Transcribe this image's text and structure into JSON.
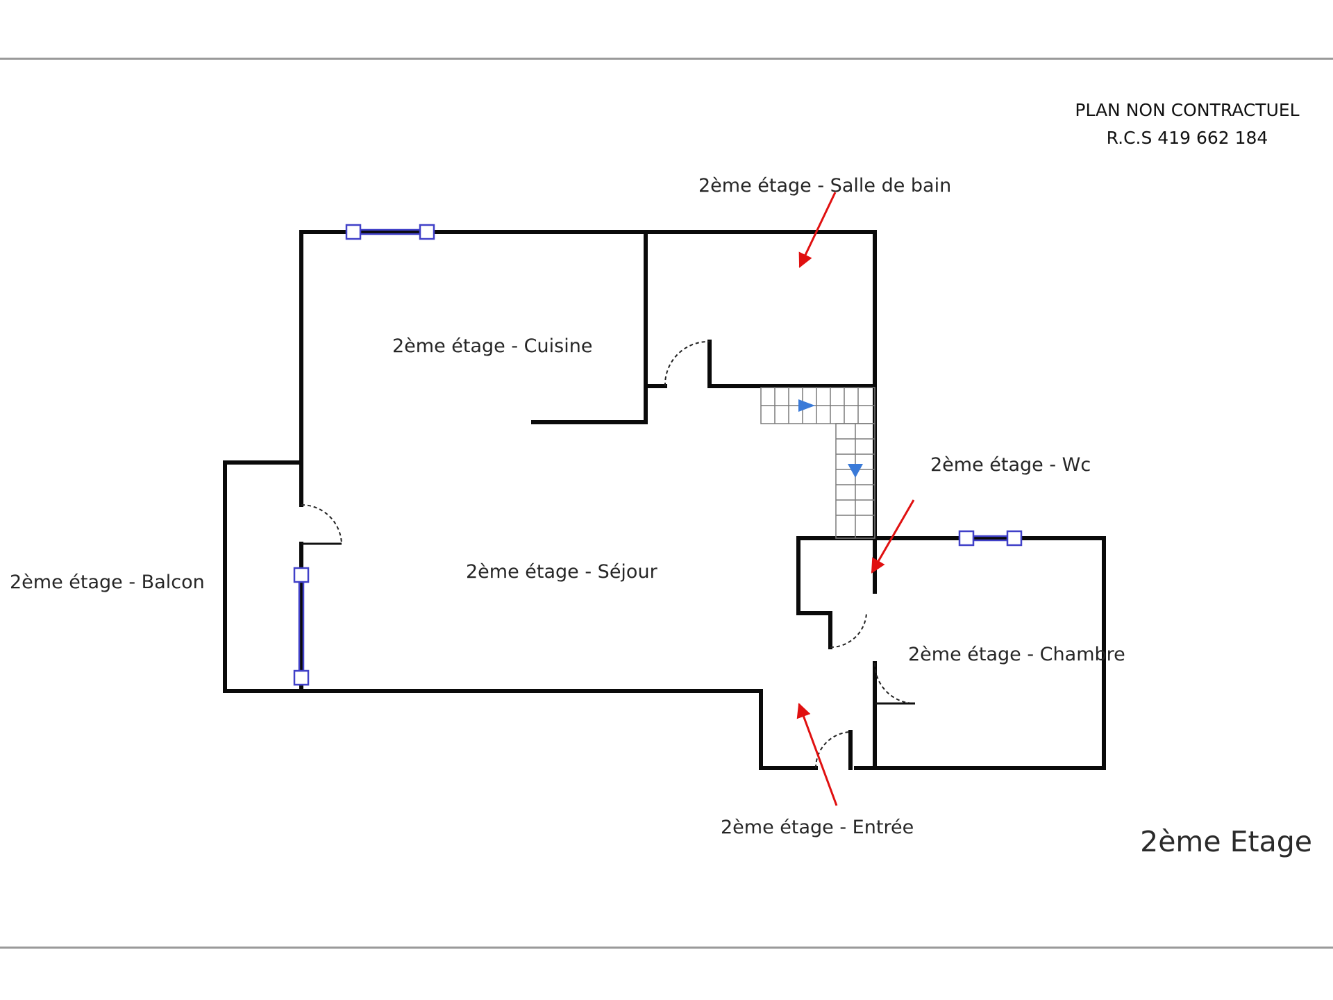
{
  "notice": {
    "line1": "PLAN NON CONTRACTUEL",
    "line2": "R.C.S 419 662 184"
  },
  "floor_title": "2ème Etage",
  "rooms": {
    "salle_de_bain": "2ème étage - Salle de bain",
    "cuisine": "2ème étage - Cuisine",
    "wc": "2ème étage - Wc",
    "balcon": "2ème étage - Balcon",
    "sejour": "2ème étage - Séjour",
    "chambre": "2ème étage - Chambre",
    "entree": "2ème étage - Entrée"
  },
  "colors": {
    "wall": "#0a0a0a",
    "window": "#4040c8",
    "pointer_arrow": "#e01010",
    "stair_arrow": "#3a7ad8"
  },
  "icons": {
    "pointer": "red-arrow-icon",
    "stair_direction": "blue-triangle-icon"
  }
}
